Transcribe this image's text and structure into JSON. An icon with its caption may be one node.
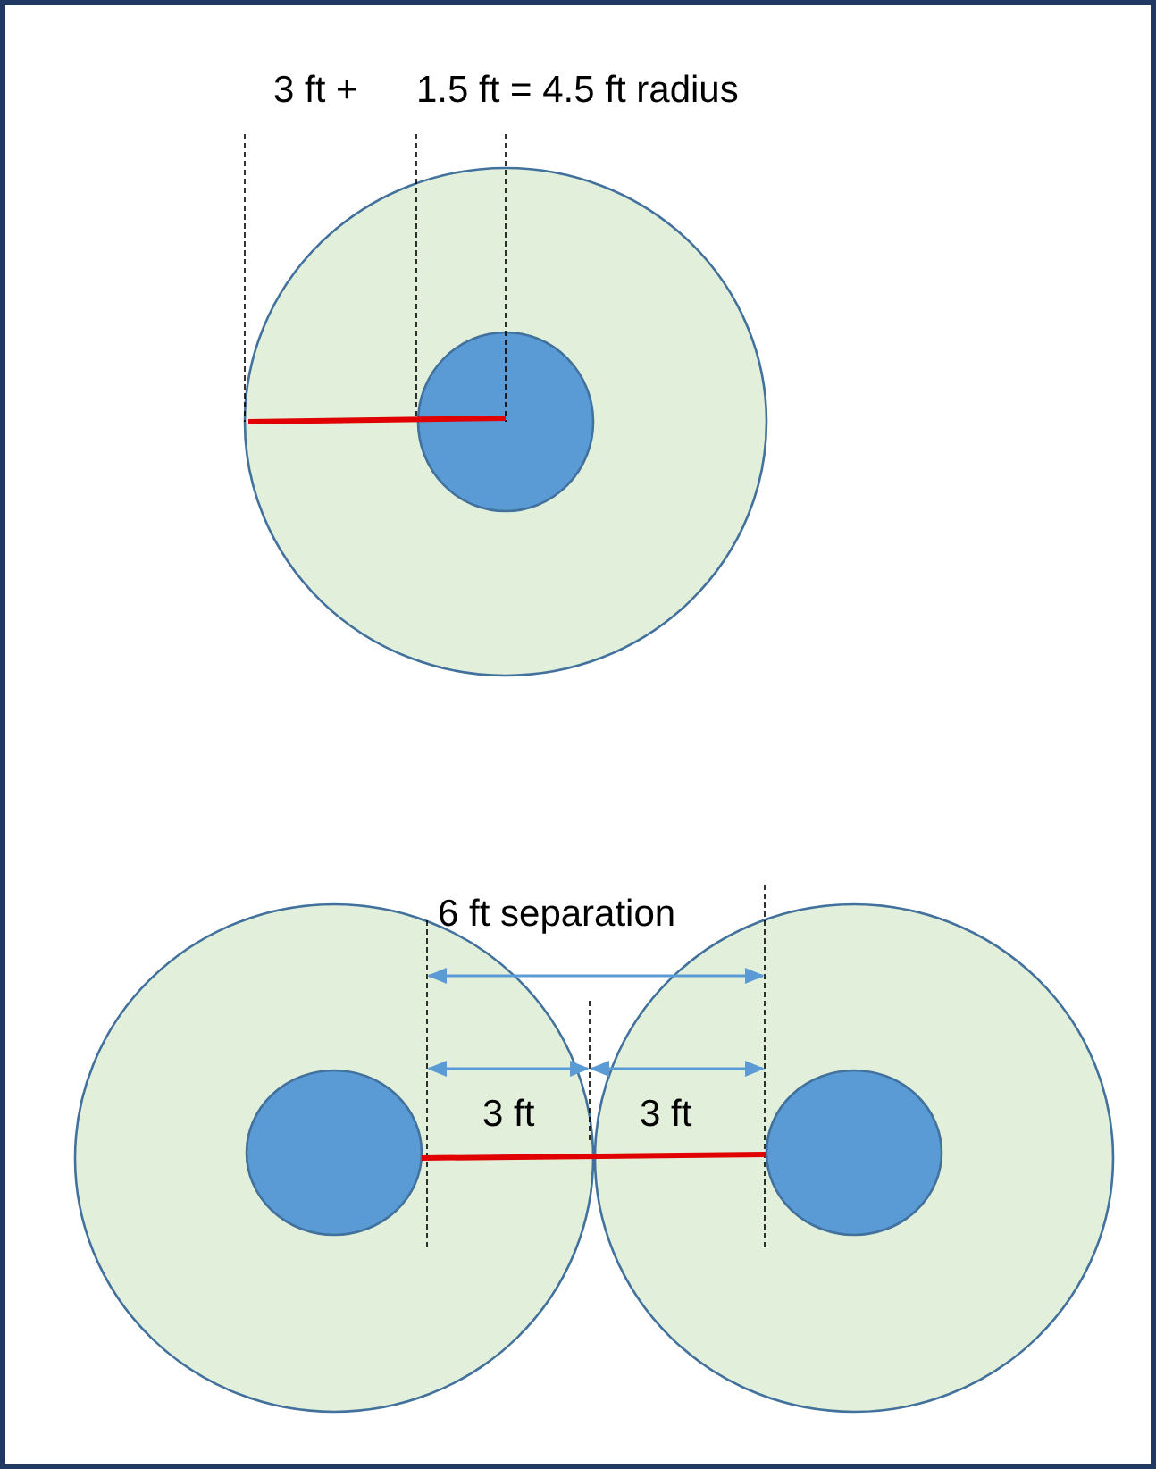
{
  "diagram": {
    "nodes": [
      {
        "text": [],
        "shape": "circle"
      },
      {
        "text": [],
        "shape": "circle",
        "in": 0
      },
      {
        "text": [],
        "shape": "circle"
      },
      {
        "text": [],
        "shape": "circle",
        "in": 2
      },
      {
        "text": [],
        "shape": "circle"
      },
      {
        "text": [],
        "shape": "circle",
        "in": 4
      }
    ],
    "edges": [
      {
        "from": 3,
        "to": 5,
        "arrow": "none",
        "color": "#e00000"
      }
    ],
    "labels": [
      "3 ft +",
      "1.5 ft = 4.5 ft radius",
      "6 ft separation",
      "3 ft",
      "3 ft"
    ]
  }
}
